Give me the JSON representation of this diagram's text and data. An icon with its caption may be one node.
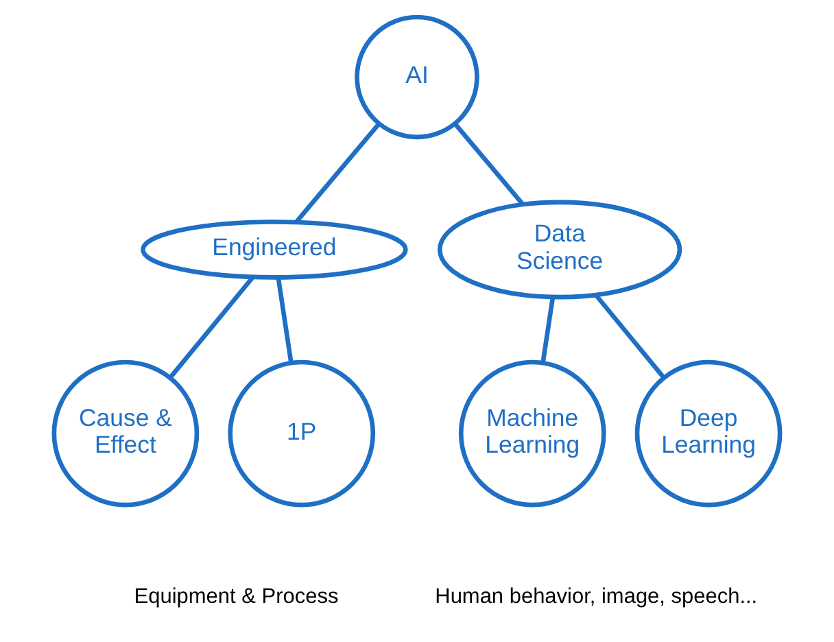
{
  "diagram": {
    "nodes": [
      {
        "text": [
          "AI"
        ]
      },
      {
        "text": [
          "Engineered"
        ]
      },
      {
        "text": [
          "Data Science"
        ]
      },
      {
        "text": [
          "Cause & Effect"
        ]
      },
      {
        "text": [
          "1P"
        ]
      },
      {
        "text": [
          "Machine Learning"
        ]
      },
      {
        "text": [
          "Deep Learning"
        ]
      }
    ],
    "edges": [
      {
        "from": 0,
        "to": 1,
        "arrow": "none"
      },
      {
        "from": 0,
        "to": 2,
        "arrow": "none"
      },
      {
        "from": 1,
        "to": 3,
        "arrow": "none"
      },
      {
        "from": 1,
        "to": 4,
        "arrow": "none"
      },
      {
        "from": 2,
        "to": 5,
        "arrow": "none"
      },
      {
        "from": 2,
        "to": 6,
        "arrow": "none"
      }
    ],
    "labels": [
      "Equipment & Process",
      "Human behavior, image, speech..."
    ]
  }
}
